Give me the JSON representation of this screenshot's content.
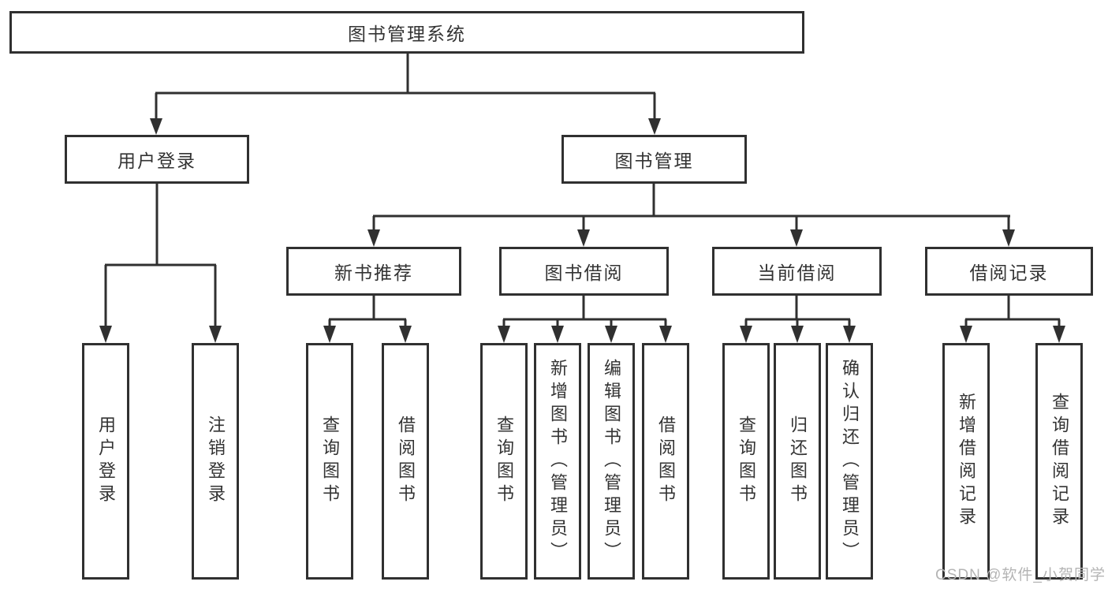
{
  "colors": {
    "line": "#303030",
    "box_border": "#303030",
    "text": "#333333",
    "background": "#ffffff",
    "watermark": "#b4b4b4"
  },
  "watermark": {
    "text": "CSDN @软件_小贺同学"
  },
  "tree": {
    "label": "图书管理系统",
    "children": [
      {
        "label": "用户登录",
        "children": [
          {
            "label": "用户登录"
          },
          {
            "label": "注销登录"
          }
        ]
      },
      {
        "label": "图书管理",
        "children": [
          {
            "label": "新书推荐",
            "children": [
              {
                "label": "查询图书"
              },
              {
                "label": "借阅图书"
              }
            ]
          },
          {
            "label": "图书借阅",
            "children": [
              {
                "label": "查询图书"
              },
              {
                "label": "新增图书（管理员）"
              },
              {
                "label": "编辑图书（管理员）"
              },
              {
                "label": "借阅图书"
              }
            ]
          },
          {
            "label": "当前借阅",
            "children": [
              {
                "label": "查询图书"
              },
              {
                "label": "归还图书"
              },
              {
                "label": "确认归还（管理员）"
              }
            ]
          },
          {
            "label": "借阅记录",
            "children": [
              {
                "label": "新增借阅记录"
              },
              {
                "label": "查询借阅记录"
              }
            ]
          }
        ]
      }
    ]
  }
}
